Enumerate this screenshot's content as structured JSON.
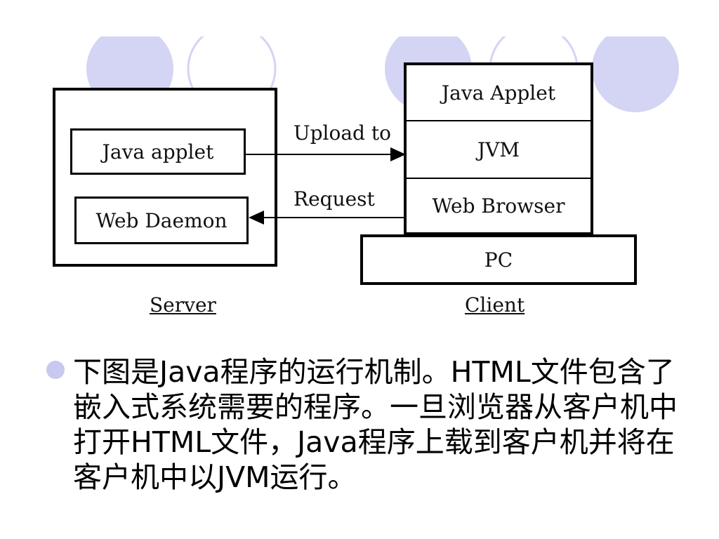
{
  "colors": {
    "decoration": "#d4d4f4",
    "decoration_outline": "#ffffff",
    "bullet": "#c8c8f0",
    "line": "#000000"
  },
  "diagram": {
    "server": {
      "inner_top": "Java applet",
      "inner_bottom": "Web Daemon",
      "caption": "Server"
    },
    "client": {
      "layers": [
        "Java Applet",
        "JVM",
        "Web Browser"
      ],
      "base": "PC",
      "caption": "Client"
    },
    "arrows": {
      "upload": "Upload to",
      "request": "Request"
    }
  },
  "bullet": {
    "text": "下图是Java程序的运行机制。HTML文件包含了嵌入式系统需要的程序。一旦浏览器从客户机中打开HTML文件，Java程序上载到客户机并将在客户机中以JVM运行。"
  }
}
